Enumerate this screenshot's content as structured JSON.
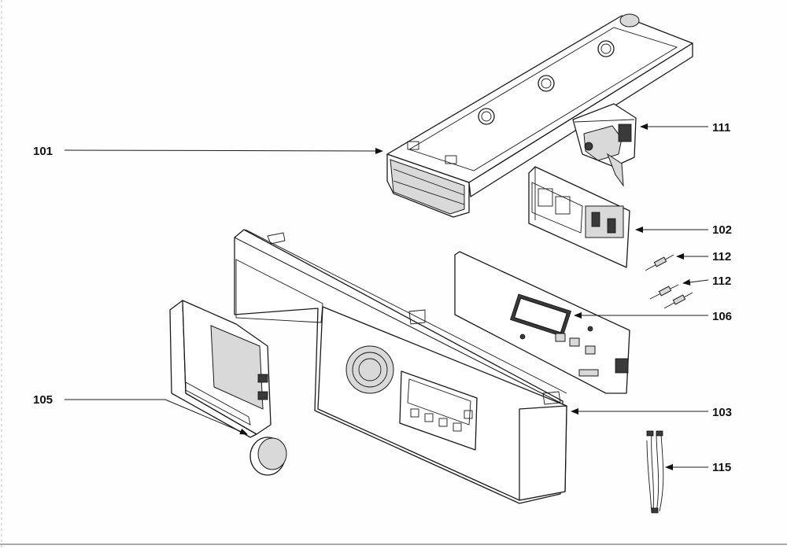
{
  "callouts": [
    {
      "id": "101",
      "label": "101"
    },
    {
      "id": "111",
      "label": "111"
    },
    {
      "id": "102",
      "label": "102"
    },
    {
      "id": "112a",
      "label": "112"
    },
    {
      "id": "112b",
      "label": "112"
    },
    {
      "id": "106",
      "label": "106"
    },
    {
      "id": "105",
      "label": "105"
    },
    {
      "id": "103",
      "label": "103"
    },
    {
      "id": "115",
      "label": "115"
    }
  ]
}
